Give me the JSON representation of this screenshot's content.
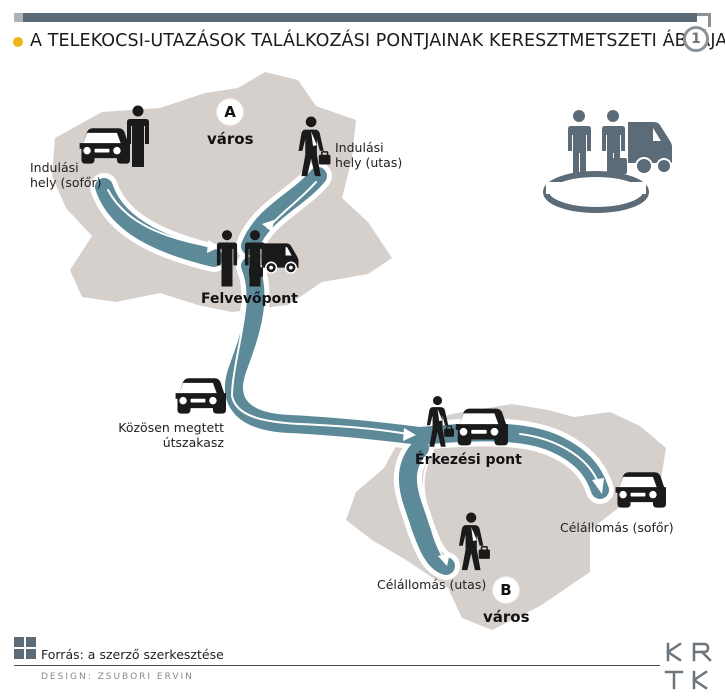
{
  "title": "A TELEKOCSI-UTAZÁSOK TALÁLKOZÁSI PONTJAINAK KERESZTMETSZETI ÁBRÁJA",
  "figure_number": "1",
  "city_a": {
    "badge": "A",
    "name": "város"
  },
  "city_b": {
    "badge": "B",
    "name": "város"
  },
  "labels": {
    "driver_start_line1": "Indulási",
    "driver_start_line2": "hely (sofőr)",
    "passenger_start_line1": "Indulási",
    "passenger_start_line2": "hely (utas)",
    "pickup": "Felvevőpont",
    "shared_line1": "Közösen megtett",
    "shared_line2": "útszakasz",
    "arrival": "Érkezési pont",
    "dest_driver": "Célállomás (sofőr)",
    "dest_passenger": "Célállomás (utas)"
  },
  "source": "Forrás: a szerző szerkesztése",
  "design": "DESIGN: ZSUBORI ERVIN",
  "logo": {
    "top": "KR",
    "bottom": "TK"
  },
  "colors": {
    "accent": "#f0b418",
    "city_area": "#d6d0cd",
    "route": "#5c8a99",
    "route_outline": "#ffffff",
    "icon": "#1a1a1a",
    "legend_icon": "#5c6b78"
  }
}
